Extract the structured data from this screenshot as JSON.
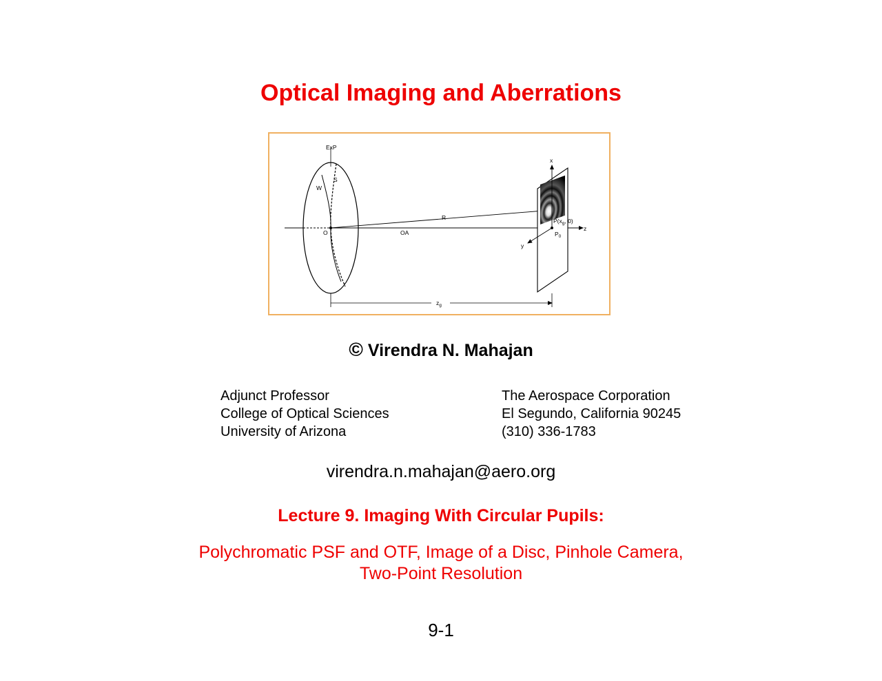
{
  "title": "Optical Imaging and Aberrations",
  "figure": {
    "labels": {
      "exit_pupil": "ExP",
      "sphere": "S",
      "wavefront": "W",
      "origin": "O",
      "optical_axis": "OA",
      "radius": "R",
      "x_axis": "x",
      "y_axis": "y",
      "z_axis": "z",
      "point_p": "P(x",
      "point_p_sub": "g",
      "point_p_end": ", 0)",
      "point_p0": "P",
      "point_p0_sub": "0",
      "distance": "z",
      "distance_sub": "g"
    },
    "border_color": "#f0b060"
  },
  "author": {
    "copyright_symbol": "©",
    "name": "Virendra N. Mahajan"
  },
  "affiliation_left": {
    "line1": "Adjunct Professor",
    "line2": "College of Optical Sciences",
    "line3": "University of Arizona"
  },
  "affiliation_right": {
    "line1": "The Aerospace Corporation",
    "line2": "El Segundo, California 90245",
    "line3": "(310) 336-1783"
  },
  "email": "virendra.n.mahajan@aero.org",
  "lecture": "Lecture 9. Imaging With Circular Pupils:",
  "subtitle": {
    "line1": "Polychromatic PSF and OTF, Image of a Disc, Pinhole Camera,",
    "line2": "Two-Point Resolution"
  },
  "page_number": "9-1",
  "colors": {
    "accent_red": "#ee0000",
    "text": "#000000"
  }
}
